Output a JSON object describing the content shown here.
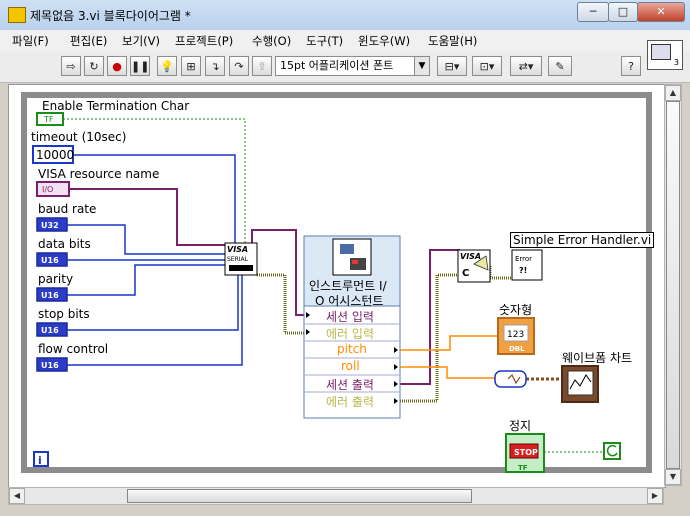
{
  "window": {
    "title": "제목없음 3.vi 블록다이어그램 *",
    "min": "─",
    "max": "□",
    "close": "✕"
  },
  "menu": [
    "파일(F)",
    "편집(E)",
    "보기(V)",
    "프로젝트(P)",
    "수행(O)",
    "도구(T)",
    "윈도우(W)",
    "도움말(H)"
  ],
  "toolbar": {
    "font": "15pt 어플리케이션 폰트"
  },
  "context_help": {
    "number": "3"
  },
  "loop": {
    "info": "i"
  },
  "controls": {
    "enable_term": {
      "label": "Enable Termination Char",
      "value": "TF"
    },
    "timeout": {
      "label": "timeout (10sec)",
      "value": "10000"
    },
    "visa_resource": {
      "label": "VISA resource name",
      "value": "I/O"
    },
    "baud": {
      "label": "baud rate",
      "value": "U32"
    },
    "data_bits": {
      "label": "data bits",
      "value": "U16"
    },
    "parity": {
      "label": "parity",
      "value": "U16"
    },
    "stop_bits": {
      "label": "stop bits",
      "value": "U16"
    },
    "flow": {
      "label": "flow control",
      "value": "U16"
    }
  },
  "visa_serial": {
    "line1": "VISA",
    "line2": "SERIAL"
  },
  "visa_close": {
    "line1": "VISA",
    "line2": "C"
  },
  "express": {
    "title_line1": "인스트루먼트 I/",
    "title_line2": "O 어시스턴트",
    "items": [
      "세션 입력",
      "에러 입력",
      "pitch",
      "roll",
      "세션 출력",
      "에러 출력"
    ]
  },
  "error_handler": {
    "label": "Simple Error Handler.vi",
    "icon_text": "Error",
    "icon_q": "?!"
  },
  "numeric": {
    "label": "숫자형",
    "icon": "123",
    "type": "DBL"
  },
  "waveform": {
    "label": "웨이브폼 차트"
  },
  "stop": {
    "label": "정지",
    "icon": "STOP",
    "type": "TF"
  }
}
